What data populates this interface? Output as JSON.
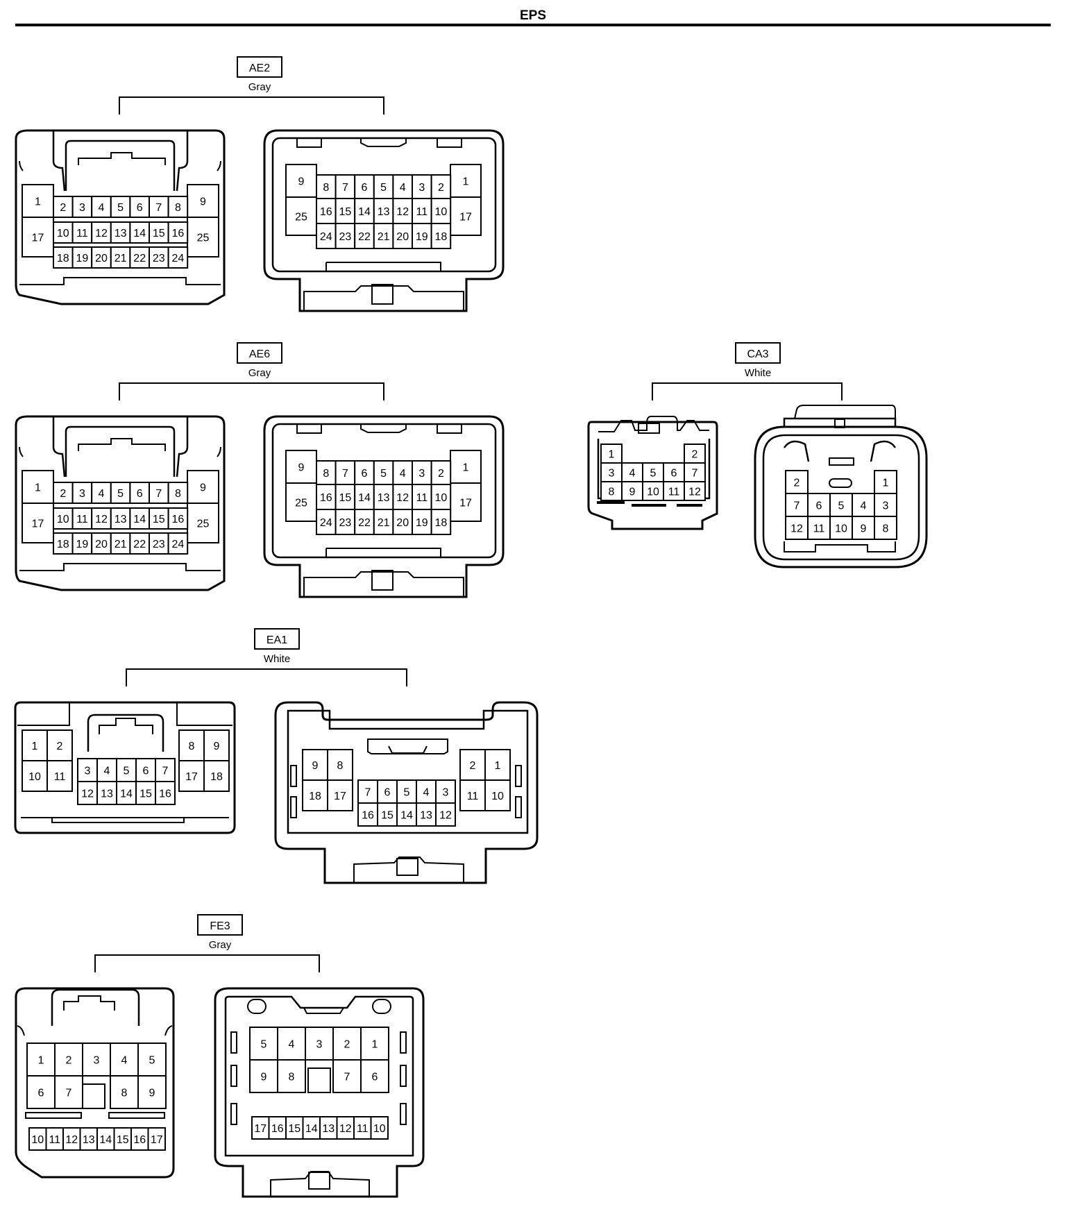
{
  "page_title": "EPS",
  "connectors": {
    "AE2": {
      "code": "AE2",
      "color": "Gray"
    },
    "AE6": {
      "code": "AE6",
      "color": "Gray"
    },
    "CA3": {
      "code": "CA3",
      "color": "White"
    },
    "EA1": {
      "code": "EA1",
      "color": "White"
    },
    "FE3": {
      "code": "FE3",
      "color": "Gray"
    }
  },
  "pins": {
    "ae_left": {
      "side": [
        "1",
        "17",
        "9",
        "25"
      ],
      "top": [
        "2",
        "3",
        "4",
        "5",
        "6",
        "7",
        "8"
      ],
      "mid": [
        "10",
        "11",
        "12",
        "13",
        "14",
        "15",
        "16"
      ],
      "bot": [
        "18",
        "19",
        "20",
        "21",
        "22",
        "23",
        "24"
      ]
    },
    "ae_right": {
      "side": [
        "9",
        "25",
        "1",
        "17"
      ],
      "top": [
        "8",
        "7",
        "6",
        "5",
        "4",
        "3",
        "2"
      ],
      "mid": [
        "16",
        "15",
        "14",
        "13",
        "12",
        "11",
        "10"
      ],
      "bot": [
        "24",
        "23",
        "22",
        "21",
        "20",
        "19",
        "18"
      ]
    },
    "ca3_left": {
      "top": [
        "1",
        "2"
      ],
      "mid": [
        "3",
        "4",
        "5",
        "6",
        "7"
      ],
      "bot": [
        "8",
        "9",
        "10",
        "11",
        "12"
      ]
    },
    "ca3_right": {
      "top": [
        "2",
        "1"
      ],
      "mid": [
        "7",
        "6",
        "5",
        "4",
        "3"
      ],
      "bot": [
        "12",
        "11",
        "10",
        "9",
        "8"
      ]
    },
    "ea1_left": {
      "lefttop": [
        "1",
        "2"
      ],
      "leftbot": [
        "10",
        "11"
      ],
      "righttop": [
        "8",
        "9"
      ],
      "rightbot": [
        "17",
        "18"
      ],
      "ctop": [
        "3",
        "4",
        "5",
        "6",
        "7"
      ],
      "cbot": [
        "12",
        "13",
        "14",
        "15",
        "16"
      ]
    },
    "ea1_right": {
      "lefttop": [
        "9",
        "8"
      ],
      "leftbot": [
        "18",
        "17"
      ],
      "righttop": [
        "2",
        "1"
      ],
      "rightbot": [
        "11",
        "10"
      ],
      "ctop": [
        "7",
        "6",
        "5",
        "4",
        "3"
      ],
      "cbot": [
        "16",
        "15",
        "14",
        "13",
        "12"
      ]
    },
    "fe3_left": {
      "top": [
        "1",
        "2",
        "3",
        "4",
        "5"
      ],
      "mid": [
        "6",
        "7",
        "8",
        "9"
      ],
      "bot": [
        "10",
        "11",
        "12",
        "13",
        "14",
        "15",
        "16",
        "17"
      ]
    },
    "fe3_right": {
      "top": [
        "5",
        "4",
        "3",
        "2",
        "1"
      ],
      "mid": [
        "9",
        "8",
        "7",
        "6"
      ],
      "bot": [
        "17",
        "16",
        "15",
        "14",
        "13",
        "12",
        "11",
        "10"
      ]
    }
  }
}
